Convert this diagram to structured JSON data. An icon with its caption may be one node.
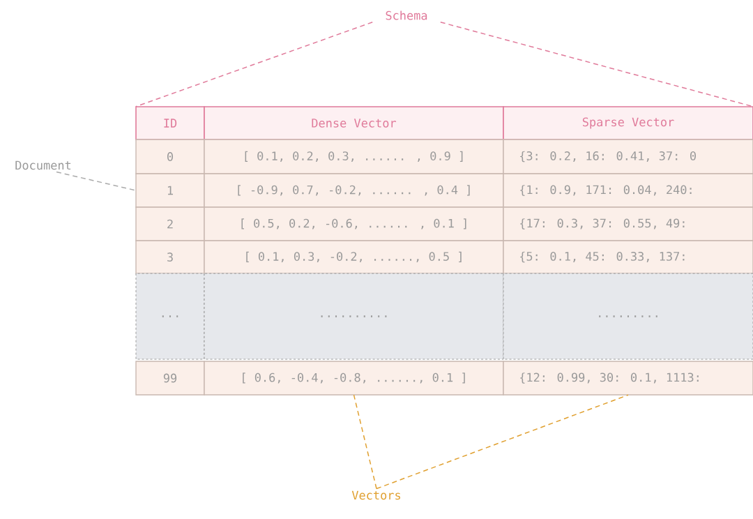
{
  "diagram": {
    "nodes": [
      {
        "text": [
          "Schema"
        ]
      },
      {
        "text": [
          "Document"
        ]
      },
      {
        "text": [
          "ID"
        ]
      },
      {
        "text": [
          "Dense Vector"
        ]
      },
      {
        "text": [
          "Sparse Vector"
        ]
      },
      {
        "text": [
          "0"
        ]
      },
      {
        "text": [
          "[ 0.1, 0.2, 0.3, ...... , 0.9 ]"
        ]
      },
      {
        "text": [
          "{3: 0.2,  16: 0.41,  37: 0"
        ]
      },
      {
        "text": [
          "1"
        ]
      },
      {
        "text": [
          "[ -0.9, 0.7, -0.2, ...... , 0.4 ]"
        ]
      },
      {
        "text": [
          "{1: 0.9,  171: 0.04,  240:"
        ]
      },
      {
        "text": [
          "2"
        ]
      },
      {
        "text": [
          "[ 0.5, 0.2, -0.6, ...... , 0.1 ]"
        ]
      },
      {
        "text": [
          "{17: 0.3,  37: 0.55,  49:"
        ]
      },
      {
        "text": [
          "3"
        ]
      },
      {
        "text": [
          "[ 0.1, 0.3, -0.2, ......, 0.5 ]"
        ]
      },
      {
        "text": [
          "{5: 0.1,  45: 0.33,  137:"
        ]
      },
      {
        "text": [
          "..."
        ]
      },
      {
        "text": [
          ".........."
        ]
      },
      {
        "text": [
          "........."
        ]
      },
      {
        "text": [
          "99"
        ]
      },
      {
        "text": [
          "[ 0.6, -0.4, -0.8, ......, 0.1 ]"
        ]
      },
      {
        "text": [
          "{12: 0.99,  30: 0.1,  1113:"
        ]
      },
      {
        "text": [
          "Vectors"
        ]
      }
    ],
    "edges": [
      {
        "from": 0,
        "to": 2,
        "arrow": "none",
        "style": "dashed",
        "color": "#e07a9a"
      },
      {
        "from": 0,
        "to": 4,
        "arrow": "none",
        "style": "dashed",
        "color": "#e07a9a"
      },
      {
        "from": 1,
        "to": 8,
        "arrow": "none",
        "style": "dashed",
        "color": "#aaaaaa"
      },
      {
        "from": 23,
        "to": 21,
        "arrow": "none",
        "style": "dashed",
        "color": "#e0a030"
      },
      {
        "from": 23,
        "to": 22,
        "arrow": "none",
        "style": "dashed",
        "color": "#e0a030"
      }
    ]
  }
}
